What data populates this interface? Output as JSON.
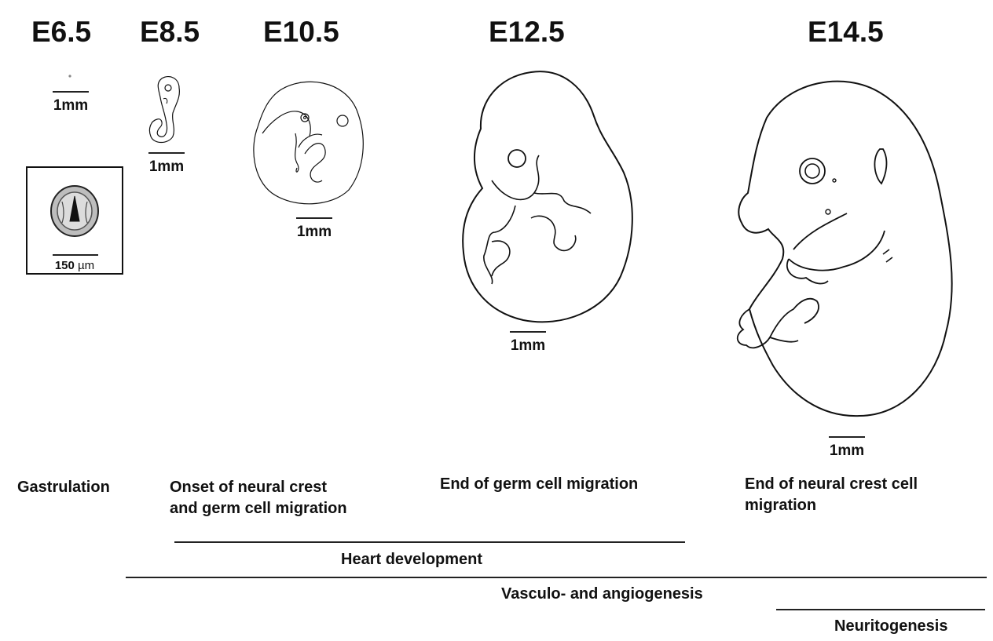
{
  "stages": [
    {
      "id": "e65",
      "label": "E6.5",
      "scale": "1mm"
    },
    {
      "id": "e85",
      "label": "E8.5",
      "scale": "1mm"
    },
    {
      "id": "e105",
      "label": "E10.5",
      "scale": "1mm"
    },
    {
      "id": "e125",
      "label": "E12.5",
      "scale": "1mm"
    },
    {
      "id": "e145",
      "label": "E14.5",
      "scale": "1mm"
    }
  ],
  "inset": {
    "scale_value": "150",
    "scale_unit": "µm"
  },
  "events": {
    "gastrulation": "Gastrulation",
    "onset_line1": "Onset of neural crest",
    "onset_line2": "and germ cell migration",
    "end_germ": "End of germ cell migration",
    "end_neural_line1": "End of neural crest cell",
    "end_neural_line2": "migration"
  },
  "spans": {
    "heart": "Heart development",
    "vasculo": "Vasculo- and angiogenesis",
    "neuritogenesis": "Neuritogenesis"
  }
}
